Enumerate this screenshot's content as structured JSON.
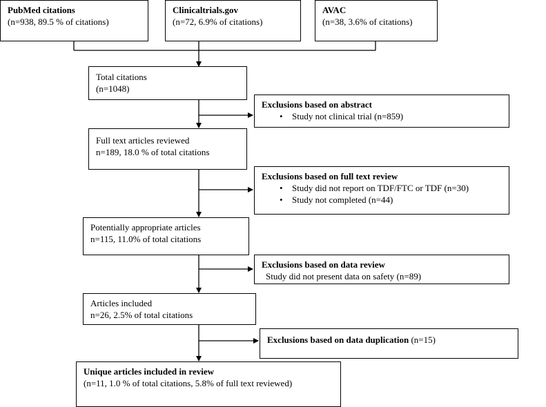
{
  "sources": [
    {
      "title": "PubMed citations",
      "detail": "(n=938, 89.5 % of citations)"
    },
    {
      "title": "Clinicaltrials.gov",
      "detail": "(n=72, 6.9% of citations)"
    },
    {
      "title": "AVAC",
      "detail": "(n=38, 3.6% of citations)"
    }
  ],
  "steps": [
    {
      "line1": "Total citations",
      "line2": "(n=1048)"
    },
    {
      "line1": "Full text articles reviewed",
      "line2": "n=189, 18.0 % of total citations"
    },
    {
      "line1": "Potentially appropriate articles",
      "line2": "n=115, 11.0% of total citations"
    },
    {
      "line1": "Articles included",
      "line2": "n=26, 2.5% of total citations"
    }
  ],
  "final": {
    "title": "Unique articles included in review",
    "detail": "(n=11, 1.0 % of total citations, 5.8% of full text reviewed)"
  },
  "exclusions": [
    {
      "title": "Exclusions based on abstract",
      "items": [
        "Study not clinical trial (n=859)"
      ]
    },
    {
      "title": "Exclusions based on full text review",
      "items": [
        "Study did not report on TDF/FTC or TDF (n=30)",
        "Study not completed (n=44)"
      ]
    },
    {
      "title": "Exclusions based on data review",
      "text": "Study did not present data on safety (n=89)"
    },
    {
      "title": "Exclusions based on data duplication",
      "suffix": " (n=15)"
    }
  ]
}
